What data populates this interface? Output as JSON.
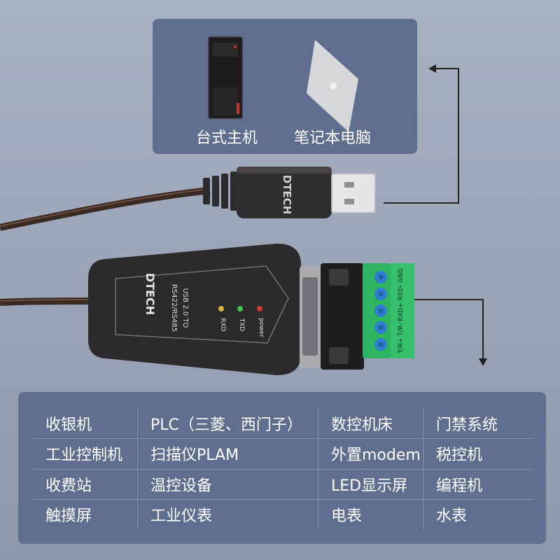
{
  "computers": {
    "desktop_label": "台式主机",
    "laptop_label": "笔记本电脑"
  },
  "usb_plug": {
    "brand": "DTECH"
  },
  "adapter": {
    "brand": "DTECH",
    "model_line1": "USB 2.0 TO",
    "model_line2": "RS422/RS485",
    "leds": [
      {
        "label": "RXD",
        "color": "#d9b23a"
      },
      {
        "label": "TXD",
        "color": "#3ec24a"
      },
      {
        "label": "power",
        "color": "#d8362f"
      }
    ],
    "terminal_label": "T/R+ T/R- RXD+ RXD- GND"
  },
  "applications": {
    "rows": [
      [
        "收银机",
        "PLC（三菱、西门子）",
        "数控机床",
        "门禁系统"
      ],
      [
        "工业控制机",
        "扫描仪PLAM",
        "外置modem",
        "税控机"
      ],
      [
        "收费站",
        "温控设备",
        "LED显示屏",
        "编程机"
      ],
      [
        "触摸屏",
        "工业仪表",
        "电表",
        "水表"
      ]
    ]
  },
  "colors": {
    "background": "#a4adbf",
    "panel": "#5f6d8e",
    "terminal_green": "#2fb463",
    "terminal_blue": "#2a7fd0"
  }
}
